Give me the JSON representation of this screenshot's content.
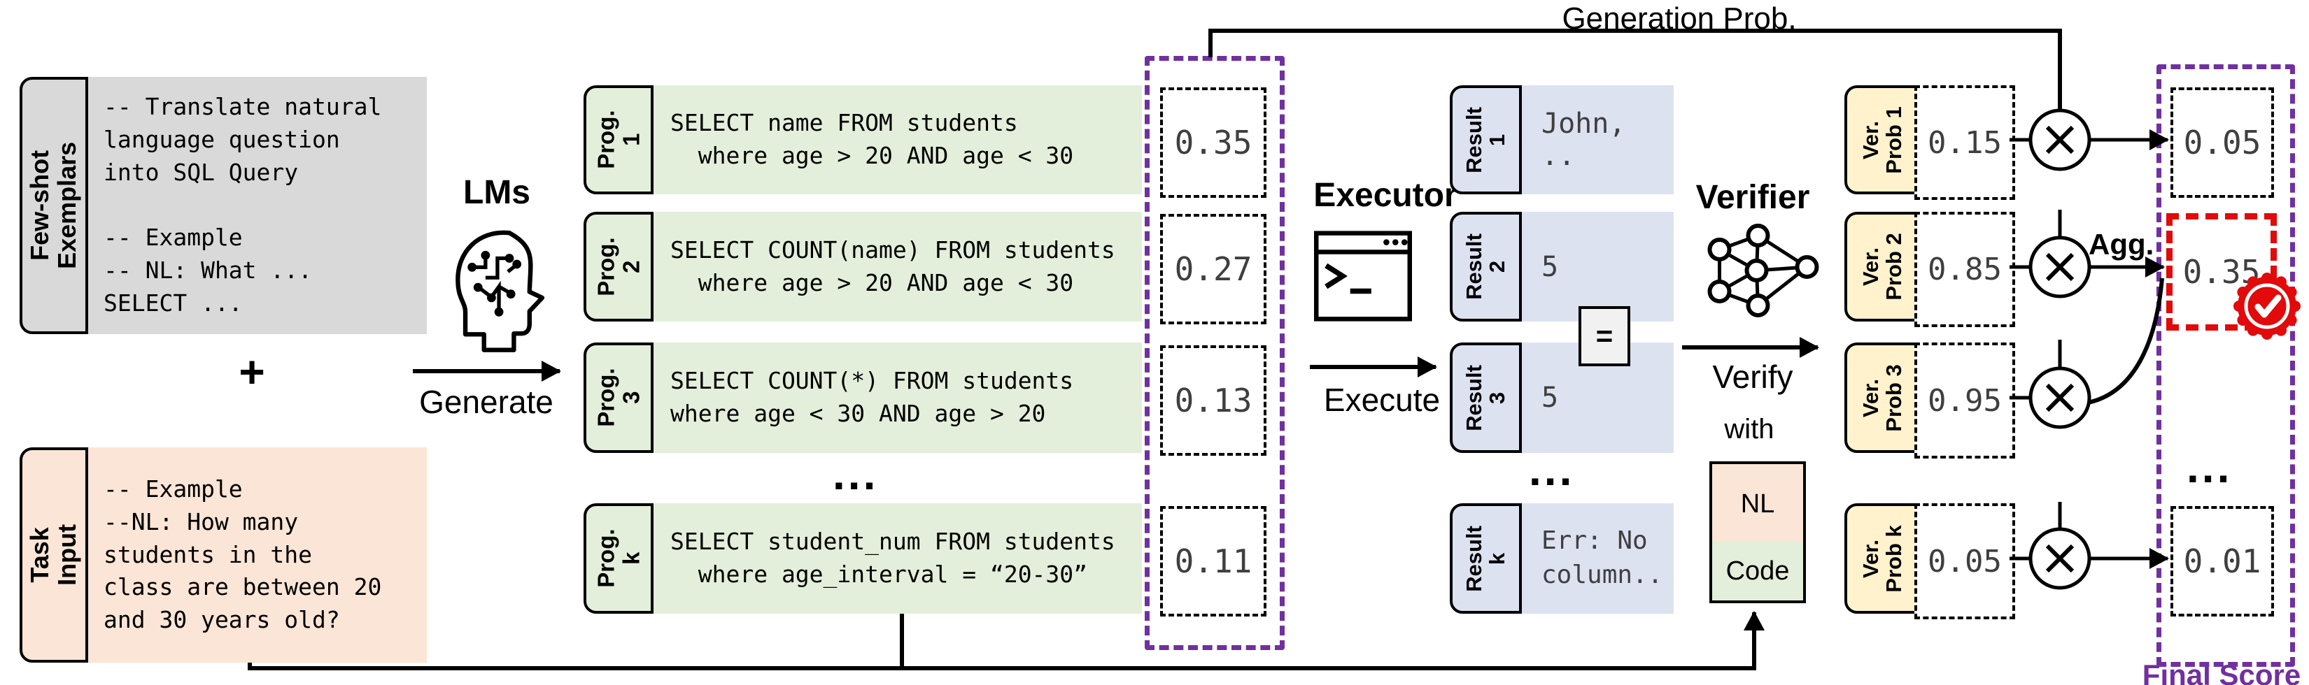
{
  "labels": {
    "generation_prob": "Generation Prob.",
    "plus": "+",
    "lms": "LMs",
    "generate": "Generate",
    "executor": "Executor",
    "execute": "Execute",
    "verifier": "Verifier",
    "verify": "Verify",
    "with": "with",
    "nl": "NL",
    "code": "Code",
    "agg": "Agg.",
    "final_score": "Final Score",
    "equals": "=",
    "ellipsis": "..."
  },
  "few_shot": {
    "tab": "Few-shot\nExemplars",
    "code": "-- Translate natural\nlanguage question\ninto SQL Query\n\n-- Example\n-- NL: What ...\nSELECT ..."
  },
  "task_input": {
    "tab": "Task Input",
    "code": "-- Example\n--NL: How many\nstudents in the\nclass are between 20\nand 30 years old?"
  },
  "programs": [
    {
      "tab": "Prog.\n1",
      "code": "SELECT name FROM students\n  where age > 20 AND age < 30",
      "gen_prob": "0.35"
    },
    {
      "tab": "Prog.\n2",
      "code": "SELECT COUNT(name) FROM students\n  where age > 20 AND age < 30",
      "gen_prob": "0.27"
    },
    {
      "tab": "Prog.\n3",
      "code": "SELECT COUNT(*) FROM students\nwhere age < 30 AND age > 20",
      "gen_prob": "0.13"
    },
    {
      "tab": "Prog.\nk",
      "code": "SELECT student_num FROM students\n  where age_interval = “20-30”",
      "gen_prob": "0.11"
    }
  ],
  "results": [
    {
      "tab": "Result\n1",
      "value": "John, .."
    },
    {
      "tab": "Result\n2",
      "value": "5"
    },
    {
      "tab": "Result\n3",
      "value": "5"
    },
    {
      "tab": "Result\nk",
      "value": "Err: No\ncolumn.."
    }
  ],
  "ver_probs": [
    {
      "tab": "Ver.\nProb 1",
      "value": "0.15"
    },
    {
      "tab": "Ver.\nProb 2",
      "value": "0.85"
    },
    {
      "tab": "Ver.\nProb 3",
      "value": "0.95"
    },
    {
      "tab": "Ver.\nProb k",
      "value": "0.05"
    }
  ],
  "final_scores": {
    "s1": "0.05",
    "s2": "0.35",
    "sk": "0.01"
  },
  "icons": {
    "lms_icon": "head-with-circuit-brain",
    "executor_icon": "terminal-window",
    "verifier_icon": "neural-network",
    "multiply_icon": "circled-times",
    "badge_icon": "red-seal-checkmark"
  },
  "colors": {
    "gray_box": "#d9d9d9",
    "peach_box": "#fbe5d6",
    "green_box": "#e3efda",
    "lavender_box": "#dde2f1",
    "yellow_tab": "#fff2cc",
    "purple_accent": "#7030a0",
    "red_accent": "#e20a0a",
    "value_text": "#3f3f3f"
  }
}
